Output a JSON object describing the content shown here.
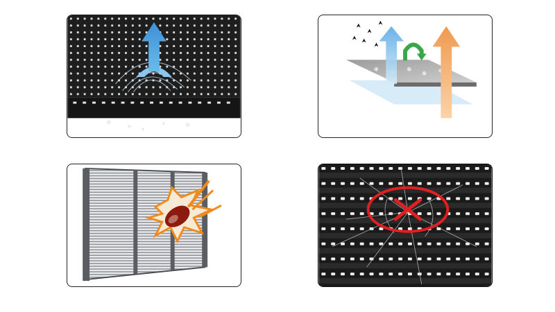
{
  "panels": [
    {
      "id": "waterproof",
      "icon": "water-drop-arrow-icon"
    },
    {
      "id": "breathable",
      "icon": "breathable-membrane-icon"
    },
    {
      "id": "impact-resistant",
      "icon": "impact-explosion-icon"
    },
    {
      "id": "anti-crack",
      "icon": "no-crack-icon"
    }
  ],
  "colors": {
    "panel_border": "#222222",
    "module_dark": "#1c1c1c",
    "led": "#e8e8e8",
    "arrow_blue": "#5aa9e6",
    "arrow_orange": "#f0a35a",
    "arrow_green": "#3aa64a",
    "no_sign_red": "#e02020",
    "explosion_orange": "#f08a1c",
    "explosion_red": "#8c1a0e"
  }
}
